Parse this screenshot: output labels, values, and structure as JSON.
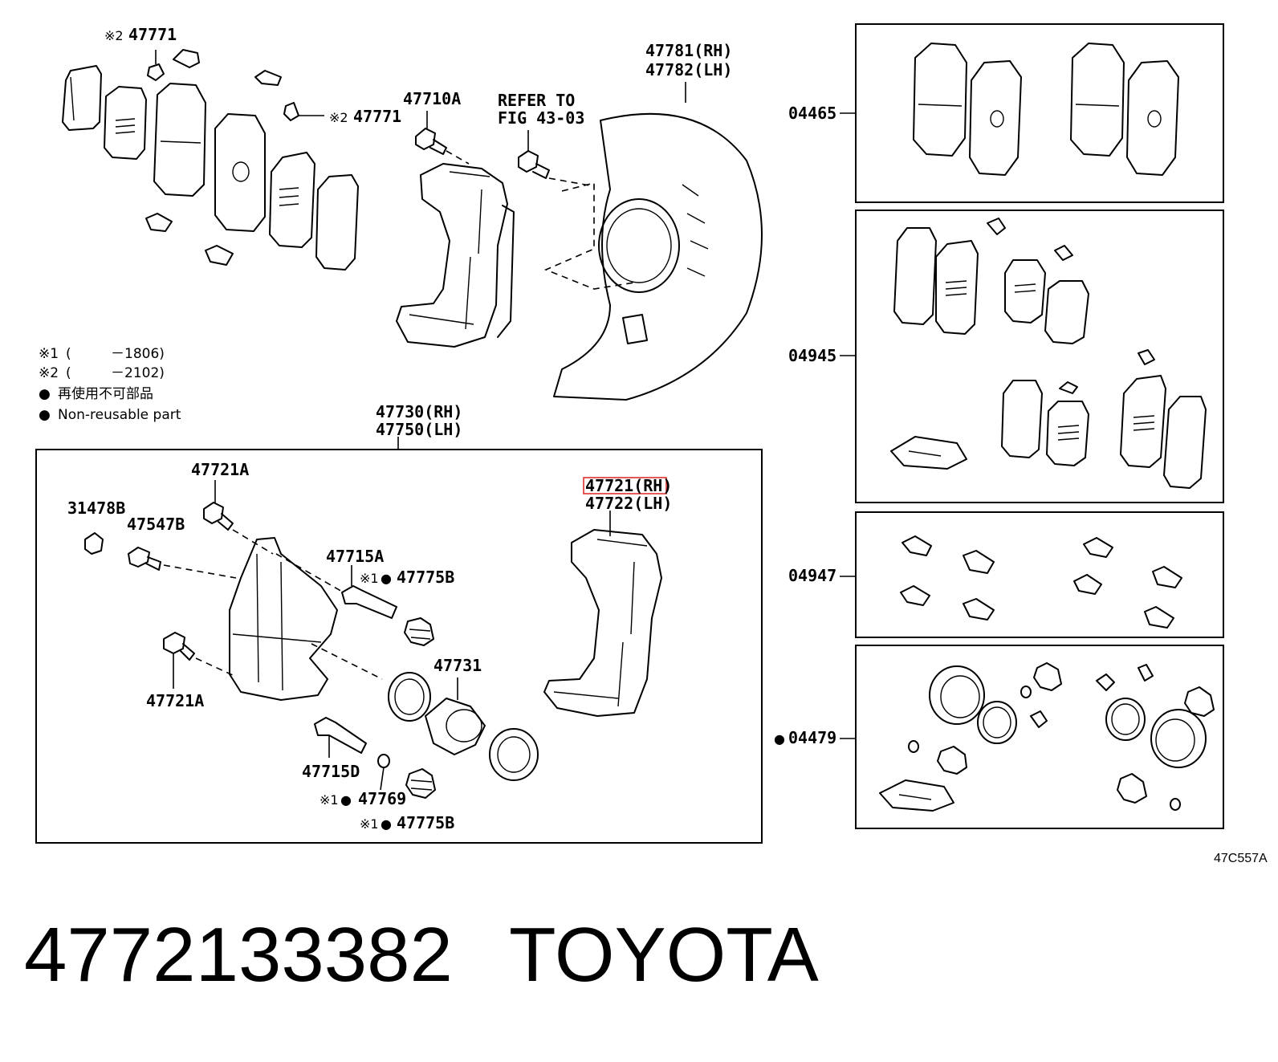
{
  "labels": {
    "shim_top": "47771",
    "shim_mid": "47771",
    "bolt_bracket": "47710A",
    "refer_line1": "REFER TO",
    "refer_line2": "FIG 43-03",
    "cover_rh": "47781(RH)",
    "cover_lh": "47782(LH)",
    "cyl_rh": "47730(RH)",
    "cyl_lh": "47750(LH)",
    "bolt_a_top": "47721A",
    "bleeder_cap": "31478B",
    "bleeder_plug": "47547B",
    "slide_pin_a": "47715A",
    "boot_a": "47775B",
    "piston_seal": "47731",
    "bolt_a_bottom": "47721A",
    "slide_pin_d": "47715D",
    "bushing": "47769",
    "boot_b": "47775B",
    "mounting_rh": "47721(RH)",
    "mounting_lh": "47722(LH)",
    "kit_pads": "04465",
    "kit_shims": "04945",
    "kit_clips": "04947",
    "kit_cylinder": "04479",
    "figure_code": "47C557A"
  },
  "marks": {
    "ref1": "※1",
    "ref2": "※2",
    "bullet": "●"
  },
  "legend": {
    "note1_mark": "※1",
    "note1_open": "(",
    "note1_value": "－1806)",
    "note2_mark": "※2",
    "note2_open": "(",
    "note2_value": "－2102)",
    "bullet": "●",
    "nonreusable_jp": "再使用不可部品",
    "nonreusable_en": "Non-reusable part"
  },
  "caption": {
    "part_number": "4772133382",
    "brand": "TOYOTA"
  },
  "highlight": {
    "label": "47721(RH)",
    "color": "#e03030"
  }
}
